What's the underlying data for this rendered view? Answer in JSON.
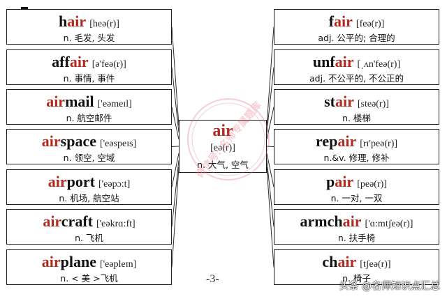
{
  "center": {
    "word": "air",
    "ipa": "[eə(r)]",
    "meaning": "n. 大气, 空气"
  },
  "left_cards": [
    {
      "pre": "h",
      "hl": "air",
      "post": "",
      "ipa": "[heə(r)]",
      "meaning": "n. 毛发, 头发"
    },
    {
      "pre": "aff",
      "hl": "air",
      "post": "",
      "ipa": "[ə'feə(r)]",
      "meaning": "n. 事情, 事件"
    },
    {
      "pre": "",
      "hl": "air",
      "post": "mail",
      "ipa": "['eəmeɪl]",
      "meaning": "n. 航空邮件"
    },
    {
      "pre": "",
      "hl": "air",
      "post": "space",
      "ipa": "['eəspeɪs]",
      "meaning": "n. 领空, 空域"
    },
    {
      "pre": "",
      "hl": "air",
      "post": "port",
      "ipa": "['eəpɔ:t]",
      "meaning": "n. 机场, 航空站"
    },
    {
      "pre": "",
      "hl": "air",
      "post": "craft",
      "ipa": "['eəkrɑ:ft]",
      "meaning": "n. 飞机"
    },
    {
      "pre": "",
      "hl": "air",
      "post": "plane",
      "ipa": "['eəpleɪn]",
      "meaning": "n. < 美 >飞机"
    }
  ],
  "right_cards": [
    {
      "pre": "f",
      "hl": "air",
      "post": "",
      "ipa": "[feə(r)]",
      "meaning": "adj. 公平的; 合理的"
    },
    {
      "pre": "unf",
      "hl": "air",
      "post": "",
      "ipa": "[ˌʌn'feə(r)]",
      "meaning": "adj. 不公平的, 不公正的"
    },
    {
      "pre": "st",
      "hl": "air",
      "post": "",
      "ipa": "[steə(r)]",
      "meaning": "n. 楼梯"
    },
    {
      "pre": "rep",
      "hl": "air",
      "post": "",
      "ipa": "[rɪ'peə(r)]",
      "meaning": "n.&v. 修理, 修补"
    },
    {
      "pre": "p",
      "hl": "air",
      "post": "",
      "ipa": "[peə(r)]",
      "meaning": "n. 一对, 一双"
    },
    {
      "pre": "armch",
      "hl": "air",
      "post": "",
      "ipa": "['ɑ:mtʃeə(r)]",
      "meaning": "n. 扶手椅"
    },
    {
      "pre": "ch",
      "hl": "air",
      "post": "",
      "ipa": "[tʃeə(r)]",
      "meaning": "n. 椅子"
    }
  ],
  "stamp_text": "微信号: 名师专属题库",
  "page_number": "-3-",
  "watermark": "头条 @名师知识点汇总",
  "colors": {
    "highlight": "#b02a20",
    "border": "#1e1e1e",
    "stamp": "#e06a7a"
  }
}
